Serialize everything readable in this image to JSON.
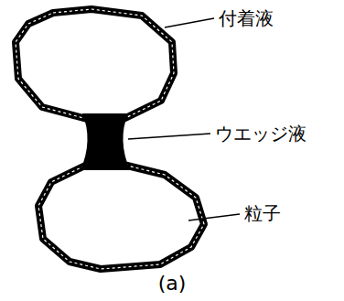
{
  "diagram": {
    "caption": "(a)",
    "labels": [
      "付着液",
      "ウエッジ液",
      "粒子"
    ]
  }
}
